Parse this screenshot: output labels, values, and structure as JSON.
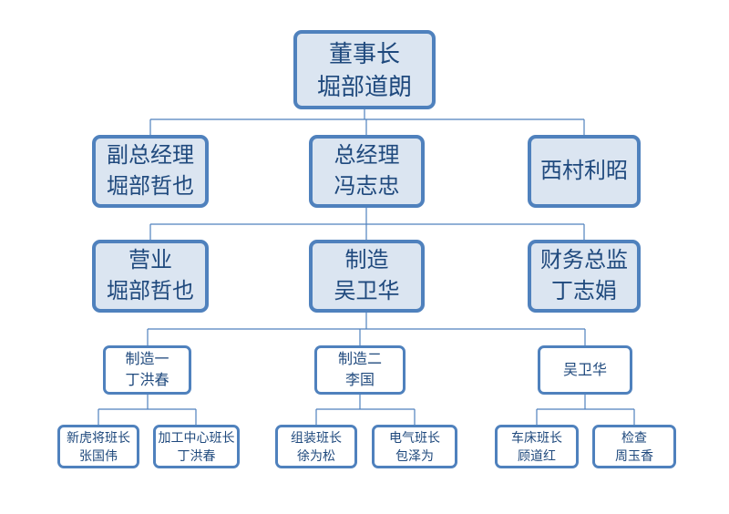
{
  "diagram": {
    "type": "org-chart",
    "colors": {
      "box_border": "#4F81BD",
      "box_fill_light": "#DBE5F1",
      "box_fill_white": "#FFFFFF",
      "text": "#1F497D",
      "connector_line": "#4F81BD",
      "background": "#FFFFFF"
    },
    "nodes": [
      {
        "id": "chairman",
        "level": 1,
        "lines": [
          "董事长",
          "堀部道朗"
        ]
      },
      {
        "id": "deputy-general-manager",
        "level": 2,
        "lines": [
          "副总经理",
          "堀部哲也"
        ]
      },
      {
        "id": "general-manager",
        "level": 2,
        "lines": [
          "总经理",
          "冯志忠"
        ]
      },
      {
        "id": "nishimura-toshiaki",
        "level": 2,
        "lines": [
          "西村利昭"
        ]
      },
      {
        "id": "sales",
        "level": 3,
        "lines": [
          "营业",
          "堀部哲也"
        ]
      },
      {
        "id": "manufacturing",
        "level": 3,
        "lines": [
          "制造",
          "吴卫华"
        ]
      },
      {
        "id": "finance-director",
        "level": 3,
        "lines": [
          "财务总监",
          "丁志娟"
        ]
      },
      {
        "id": "manufacturing-1",
        "level": 4,
        "lines": [
          "制造一",
          "丁洪春"
        ]
      },
      {
        "id": "manufacturing-2",
        "level": 4,
        "lines": [
          "制造二",
          "李国"
        ]
      },
      {
        "id": "wu-weihua",
        "level": 4,
        "lines": [
          "吴卫华"
        ]
      },
      {
        "id": "xinhujiang-leader",
        "level": 5,
        "lines": [
          "新虎将班长",
          "张国伟"
        ]
      },
      {
        "id": "machining-center-leader",
        "level": 5,
        "lines": [
          "加工中心班长",
          "丁洪春"
        ]
      },
      {
        "id": "assembly-leader",
        "level": 5,
        "lines": [
          "组装班长",
          "徐为松"
        ]
      },
      {
        "id": "electrical-leader",
        "level": 5,
        "lines": [
          "电气班长",
          "包泽为"
        ]
      },
      {
        "id": "lathe-leader",
        "level": 5,
        "lines": [
          "车床班长",
          "顾道红"
        ]
      },
      {
        "id": "inspection",
        "level": 5,
        "lines": [
          "检查",
          "周玉香"
        ]
      }
    ],
    "edges": [
      [
        "chairman",
        "deputy-general-manager"
      ],
      [
        "chairman",
        "general-manager"
      ],
      [
        "chairman",
        "nishimura-toshiaki"
      ],
      [
        "general-manager",
        "sales"
      ],
      [
        "general-manager",
        "manufacturing"
      ],
      [
        "general-manager",
        "finance-director"
      ],
      [
        "manufacturing",
        "manufacturing-1"
      ],
      [
        "manufacturing",
        "manufacturing-2"
      ],
      [
        "manufacturing",
        "wu-weihua"
      ],
      [
        "manufacturing-1",
        "xinhujiang-leader"
      ],
      [
        "manufacturing-1",
        "machining-center-leader"
      ],
      [
        "manufacturing-2",
        "assembly-leader"
      ],
      [
        "manufacturing-2",
        "electrical-leader"
      ],
      [
        "wu-weihua",
        "lathe-leader"
      ],
      [
        "wu-weihua",
        "inspection"
      ]
    ]
  }
}
